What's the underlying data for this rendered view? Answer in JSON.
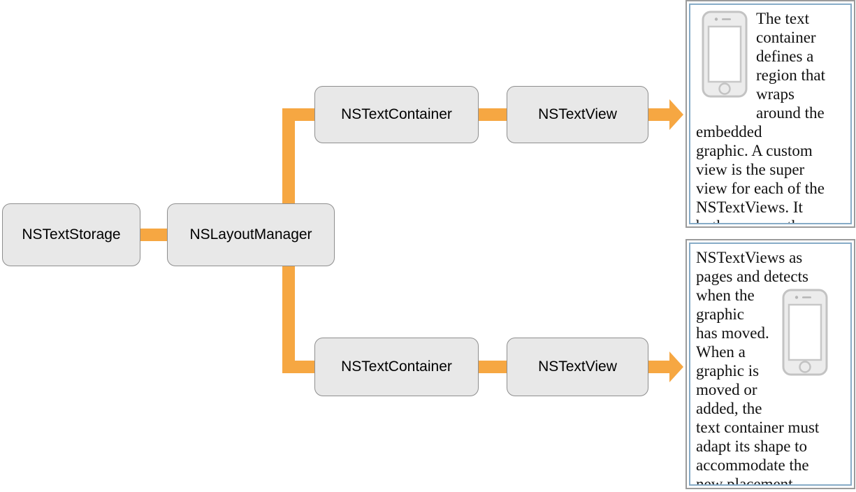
{
  "colors": {
    "connector": "#F6A742",
    "box_fill": "#E8E8E8",
    "box_border": "#8E8E8E",
    "panel_outer_border": "#9B9B9B",
    "panel_inner_border": "#86ABC7"
  },
  "diagram": {
    "nodes": {
      "text_storage": {
        "label": "NSTextStorage"
      },
      "layout_manager": {
        "label": "NSLayoutManager"
      },
      "text_container_top": {
        "label": "NSTextContainer"
      },
      "text_view_top": {
        "label": "NSTextView"
      },
      "text_container_bottom": {
        "label": "NSTextContainer"
      },
      "text_view_bottom": {
        "label": "NSTextView"
      }
    }
  },
  "panels": {
    "top": {
      "text": "The text container defines a region that wraps around the embedded graphic. A custom view is the super view for each of the NSTextViews. It both arranges the",
      "lines": [
        "The text",
        "container",
        "defines a",
        "region that",
        "wraps",
        "around the embedded",
        "graphic. A custom",
        "view is the super",
        "view for each of the",
        "NSTextViews. It",
        "both arranges the"
      ]
    },
    "bottom": {
      "text": "NSTextViews as pages and detects when the graphic has moved. When a graphic is moved or added, the text container must adapt its shape to accommodate the new placement.",
      "lines": [
        "NSTextViews as",
        "pages and detects",
        "when the",
        "graphic",
        "has moved.",
        "When a",
        "graphic is",
        "moved or added, the",
        "text container must",
        "adapt its shape to",
        "accommodate the",
        "new placement."
      ]
    }
  }
}
